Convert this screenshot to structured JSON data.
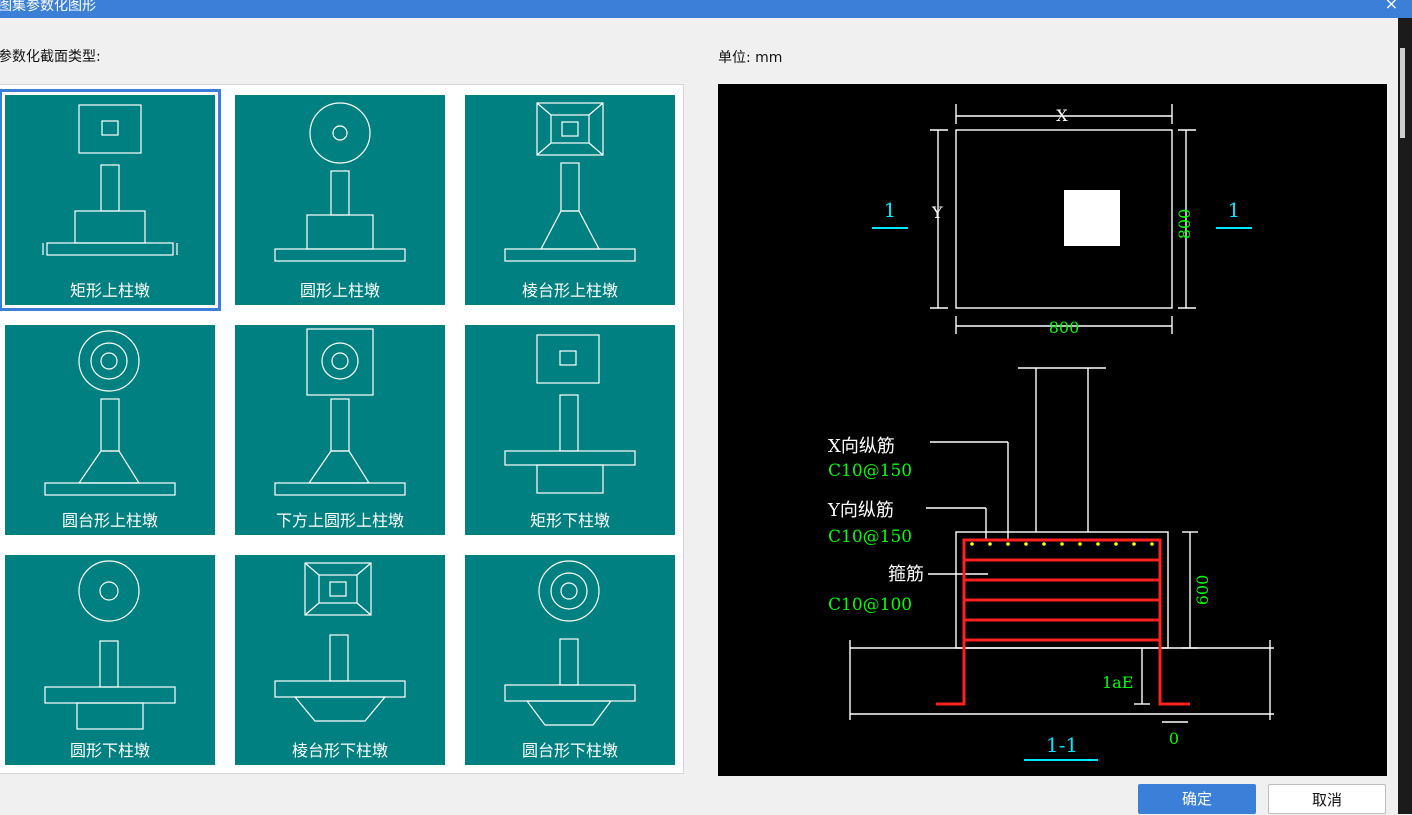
{
  "window": {
    "title": "图集参数化图形",
    "close_glyph": "×"
  },
  "labels": {
    "section_type": "参数化截面类型:",
    "unit": "单位:  mm"
  },
  "tiles": [
    {
      "label": "矩形上柱墩",
      "selected": true
    },
    {
      "label": "圆形上柱墩",
      "selected": false
    },
    {
      "label": "棱台形上柱墩",
      "selected": false
    },
    {
      "label": "圆台形上柱墩",
      "selected": false
    },
    {
      "label": "下方上圆形上柱墩",
      "selected": false
    },
    {
      "label": "矩形下柱墩",
      "selected": false
    },
    {
      "label": "圆形下柱墩",
      "selected": false
    },
    {
      "label": "棱台形下柱墩",
      "selected": false
    },
    {
      "label": "圆台形下柱墩",
      "selected": false
    }
  ],
  "preview": {
    "dim_x": "X",
    "dim_y": "Y",
    "dim_800_bottom": "800",
    "dim_800_right": "800",
    "section_mark_left": "1",
    "section_mark_right": "1",
    "x_rebar_label": "X向纵筋",
    "x_rebar_value": "C10@150",
    "y_rebar_label": "Y向纵筋",
    "y_rebar_value": "C10@150",
    "stirrup_label": "箍筋",
    "stirrup_value": "C10@100",
    "height_dim": "600",
    "lae_label": "1aE",
    "zero_label": "0",
    "section_title": "1-1"
  },
  "buttons": {
    "ok": "确定",
    "cancel": "取消"
  },
  "colors": {
    "accent": "#3c7fd8",
    "tile_bg": "#008080",
    "dim_text": "#00ff00",
    "section_mark": "#00e5ff",
    "rebar": "#ff2020",
    "dots": "#ffff00"
  }
}
